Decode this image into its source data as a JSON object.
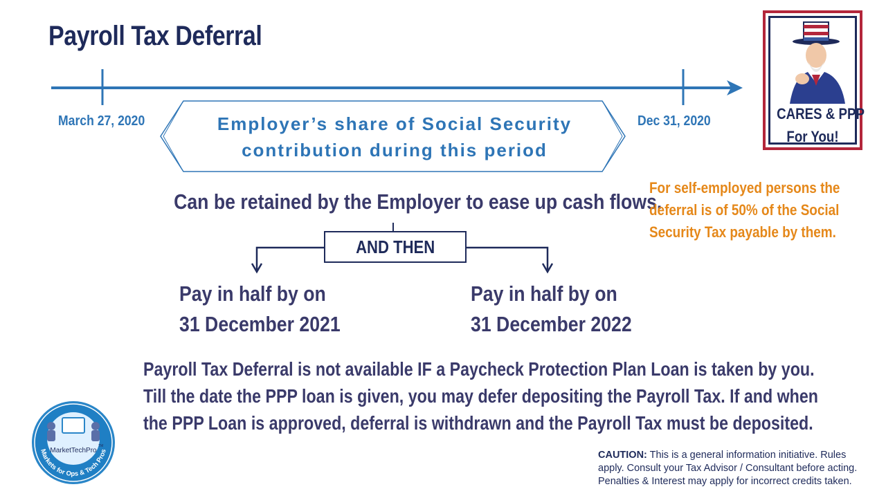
{
  "title": "Payroll Tax Deferral",
  "timeline": {
    "start_date": "March 27, 2020",
    "end_date": "Dec 31, 2020",
    "period_line1": "Employer’s share of Social Security",
    "period_line2": "contribution during this period"
  },
  "retain_text": "Can be retained by the Employer to ease up cash flows.",
  "and_then": "AND THEN",
  "left_branch": {
    "line1": "Pay in half by on",
    "line2": "31 December 2021"
  },
  "right_branch": {
    "line1": "Pay in half by on",
    "line2": "31 December 2022"
  },
  "self_employed": {
    "line1": "For self-employed persons the",
    "line2": "deferral is of 50% of the Social",
    "line3": "Security Tax payable by them."
  },
  "ppp_note": {
    "line1": "Payroll Tax Deferral is not available IF a Paycheck Protection Plan Loan is taken by you.",
    "line2": "Till the date the PPP loan is given, you may defer depositing the Payroll Tax. If and when",
    "line3": "the PPP Loan is approved, deferral is withdrawn and the Payroll Tax must be deposited."
  },
  "caution": {
    "label": "CAUTION:",
    "line1": " This is a general information initiative. Rules",
    "line2": "apply. Consult your Tax Advisor / Consultant before acting.",
    "line3": "Penalties & Interest may apply for incorrect credits taken."
  },
  "poster": {
    "line1": "CARES & PPP",
    "line2": "For You!"
  },
  "logo": {
    "name": "MarketTechPro",
    "tm": "TM",
    "tagline": "Markets for Ops & Tech Pros"
  },
  "colors": {
    "navy": "#1e2a5a",
    "blue": "#2e75b6",
    "orange": "#e5881a",
    "red": "#b3263b"
  }
}
